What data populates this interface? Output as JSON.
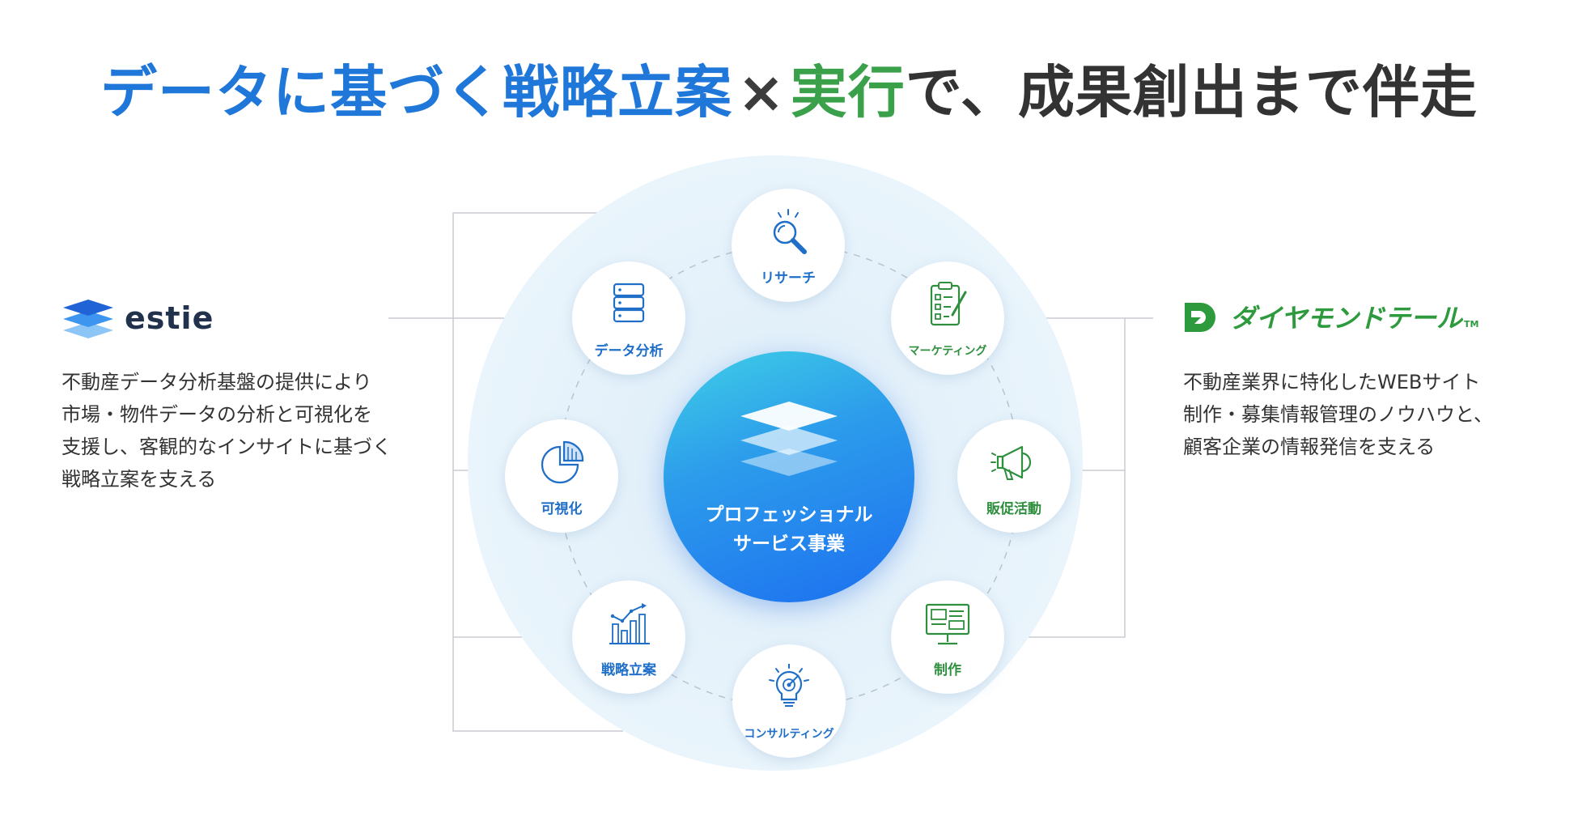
{
  "title": {
    "part1": "データに基づく戦略立案",
    "separator": "×",
    "part2": "実行",
    "part3": "で、成果創出まで伴走"
  },
  "center": {
    "line1": "プロフェッショナル",
    "line2": "サービス事業"
  },
  "nodes": {
    "research": {
      "label": "リサーチ",
      "icon": "magnifier-icon"
    },
    "data_analysis": {
      "label": "データ分析",
      "icon": "database-icon"
    },
    "marketing": {
      "label": "マーケティング",
      "icon": "clipboard-checklist-icon"
    },
    "visualization": {
      "label": "可視化",
      "icon": "pie-chart-icon"
    },
    "promotion": {
      "label": "販促活動",
      "icon": "megaphone-icon"
    },
    "strategy": {
      "label": "戦略立案",
      "icon": "bar-chart-icon"
    },
    "production": {
      "label": "制作",
      "icon": "monitor-layout-icon"
    },
    "consulting": {
      "label": "コンサルティング",
      "icon": "lightbulb-target-icon"
    }
  },
  "left": {
    "brand": "estie",
    "desc": [
      "不動産データ分析基盤の提供により",
      "市場・物件データの分析と可視化を",
      "支援し、客観的なインサイトに基づく",
      "戦略立案を支える"
    ]
  },
  "right": {
    "brand": "ダイヤモンドテール",
    "brand_tm": "TM",
    "desc": [
      "不動産業界に特化したWEBサイト",
      "制作・募集情報管理のノウハウと、",
      "顧客企業の情報発信を支える"
    ]
  },
  "colors": {
    "blue": "#1f78d9",
    "green": "#3aa14a",
    "dark": "#333333"
  }
}
